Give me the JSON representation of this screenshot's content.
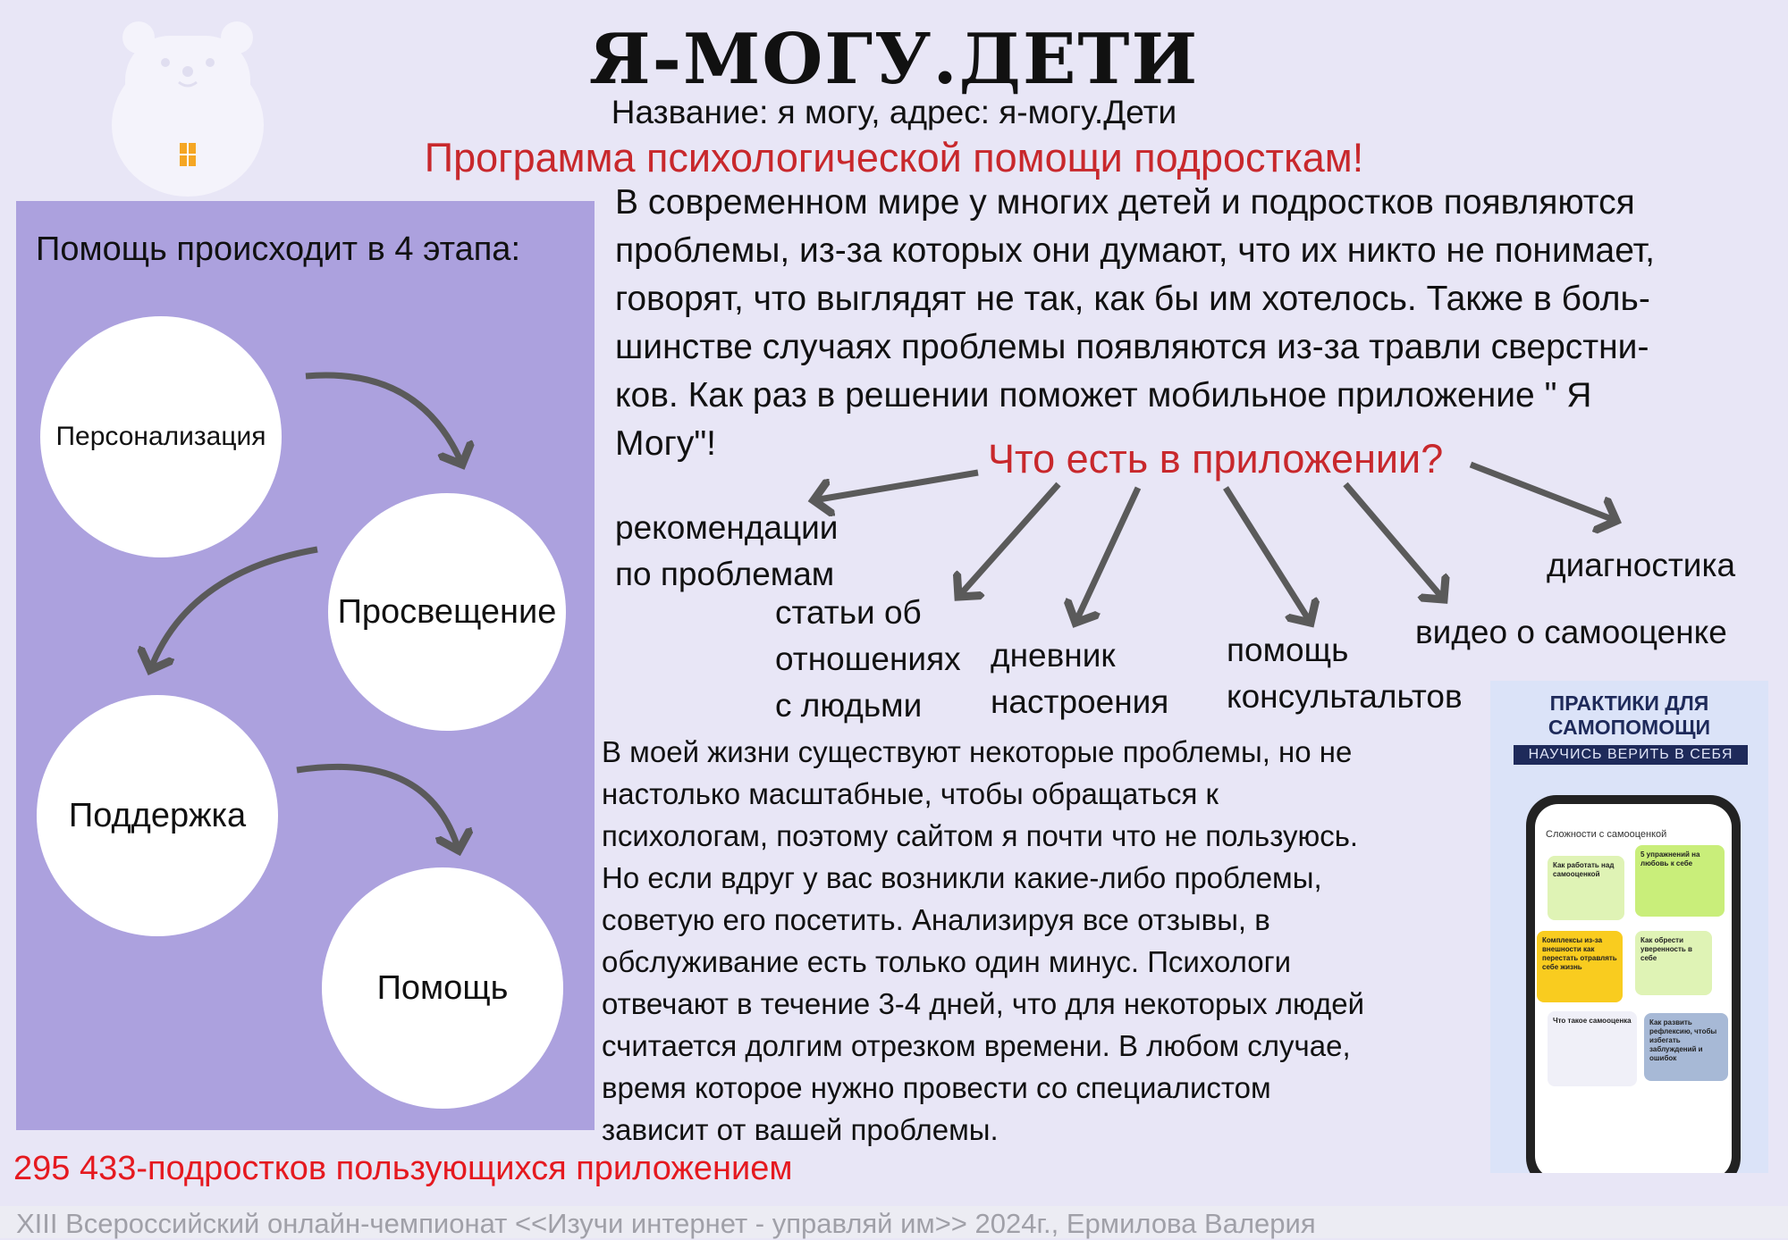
{
  "header": {
    "logo_text": "Я-МОГУ.ДЕТИ",
    "subtitle": "Название: я могу, адрес: я-могу.Дети",
    "program": "Программа психологической помощи подросткам!"
  },
  "stages": {
    "title": "Помощь происходит в 4 этапа:",
    "items": [
      "Персонализация",
      "Просвещение",
      "Поддержка",
      "Помощь"
    ]
  },
  "intro_lines": [
    "В современном мире у многих детей и подростков появляются",
    "проблемы, из-за которых они думают, что их никто не понимает,",
    "говорят, что выглядят не так, как бы им хотелось. Также в боль-",
    "шинстве случаях проблемы появляются из-за травли сверстни-",
    "ков. Как раз в решении поможет мобильное приложение \" Я",
    "Могу\"!"
  ],
  "features": {
    "question": "Что есть в приложении?",
    "items": [
      {
        "lines": [
          "рекомендации",
          "по проблемам"
        ]
      },
      {
        "lines": [
          "статьи об",
          "отношениях",
          "с людьми"
        ]
      },
      {
        "lines": [
          "дневник",
          "настроения"
        ]
      },
      {
        "lines": [
          "помощь",
          "консультальтов"
        ]
      },
      {
        "lines": [
          "видео о самооценке"
        ]
      },
      {
        "lines": [
          "диагностика"
        ]
      }
    ]
  },
  "review_lines": [
    "В моей жизни существуют некоторые проблемы, но не",
    "настолько масштабные, чтобы обращаться к",
    "психологам, поэтому сайтом я почти что не пользуюсь.",
    "Но если вдруг у вас возникли какие-либо проблемы,",
    "советую его посетить. Анализируя все отзывы, в",
    "обслуживание есть только один минус. Психологи",
    "отвечают в течение 3-4 дней, что для некоторых людей",
    "считается долгим отрезком времени. В любом случае,",
    "время которое нужно провести со специалистом",
    "зависит от вашей проблемы."
  ],
  "app_image": {
    "title_line1": "ПРАКТИКИ ДЛЯ",
    "title_line2": "САМОПОМОЩИ",
    "banner": "НАУЧИСЬ ВЕРИТЬ В СЕБЯ",
    "screen_header": "Сложности с самооценкой",
    "tiles": [
      "Как работать над самооценкой",
      "5 упражнений на любовь к себе",
      "Комплексы из-за внешности как перестать отравлять себе жизнь",
      "Как обрести уверенность в себе",
      "Что такое самооценка",
      "Как развить рефлексию, чтобы избегать заблуждений и ошибок"
    ]
  },
  "count_text": "295 433-подростков пользующихся приложением",
  "footer": "XIII Всероссийский онлайн-чемпионат <<Изучи интернет - управляй им>> 2024г., Ермилова Валерия",
  "colors": {
    "accent_red": "#c8282c",
    "panel": "#aca1de",
    "background": "#e8e6f6",
    "arrow": "#5a5a5a"
  }
}
